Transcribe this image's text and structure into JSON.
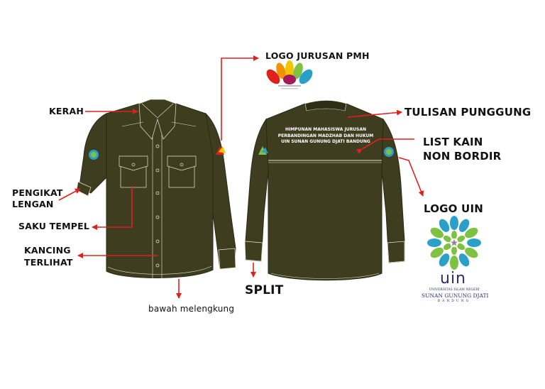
{
  "labels": {
    "logo_jurusan": "LOGO JURUSAN PMH",
    "kerah": "KERAH",
    "tulisan_punggung": "TULISAN PUNGGUNG",
    "list_kain_1": "LIST KAIN",
    "list_kain_2": "NON BORDIR",
    "pengikat_1": "PENGIKAT",
    "pengikat_2": "LENGAN",
    "saku": "SAKU TEMPEL",
    "kancing_1": "KANCING",
    "kancing_2": "TERLIHAT",
    "logo_uin": "LOGO UIN",
    "split": "SPLIT",
    "bawah": "bawah melengkung"
  },
  "back_text": {
    "line1": "HIMPUNAN MAHASISWA JURUSAN",
    "line2": "PERBANDINGAN MADZHAB DAN HUKUM",
    "line3": "UIN SUNAN GUNUNG DJATI BANDUNG"
  },
  "uin_logo": {
    "wordmark": "uin",
    "sub1": "UNIVERSITAS ISLAM NEGERI",
    "sub2": "SUNAN GUNUNG DJATI",
    "sub3": "BANDUNG"
  },
  "colors": {
    "shirt": "#3f3d20",
    "shirt_dark": "#2e2d16",
    "stitch": "#e8e4d0",
    "arrow": "#e0201d"
  }
}
